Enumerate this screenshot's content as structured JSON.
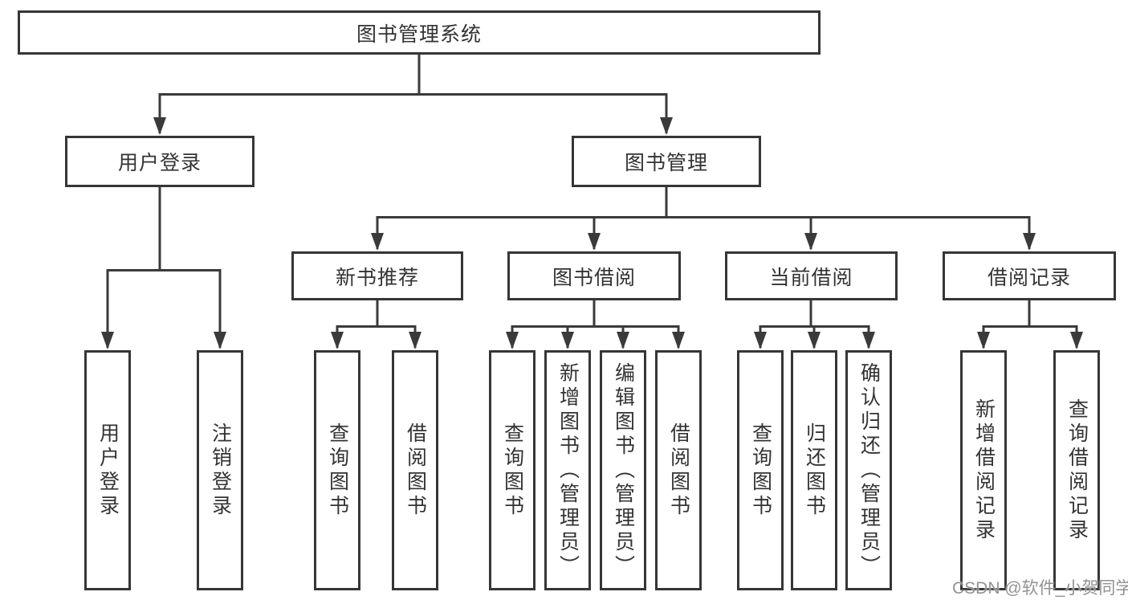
{
  "diagram": {
    "type": "hierarchy",
    "root": {
      "label": "图书管理系统"
    },
    "branches": [
      {
        "label": "用户登录",
        "leaves": [
          "用户登录",
          "注销登录"
        ]
      },
      {
        "label": "图书管理",
        "sections": [
          {
            "label": "新书推荐",
            "leaves": [
              "查询图书",
              "借阅图书"
            ]
          },
          {
            "label": "图书借阅",
            "leaves": [
              "查询图书",
              "新增图书（管理员）",
              "编辑图书（管理员）",
              "借阅图书"
            ]
          },
          {
            "label": "当前借阅",
            "leaves": [
              "查询图书",
              "归还图书",
              "确认归还（管理员）"
            ]
          },
          {
            "label": "借阅记录",
            "leaves": [
              "新增借阅记录",
              "查询借阅记录"
            ]
          }
        ]
      }
    ]
  },
  "watermark": {
    "text": "CSDN @软件_小贺同学",
    "color": "#929292"
  },
  "colors": {
    "line": "#3a3a3a",
    "box_border": "#363636",
    "text": "#333333",
    "background": "#ffffff"
  }
}
